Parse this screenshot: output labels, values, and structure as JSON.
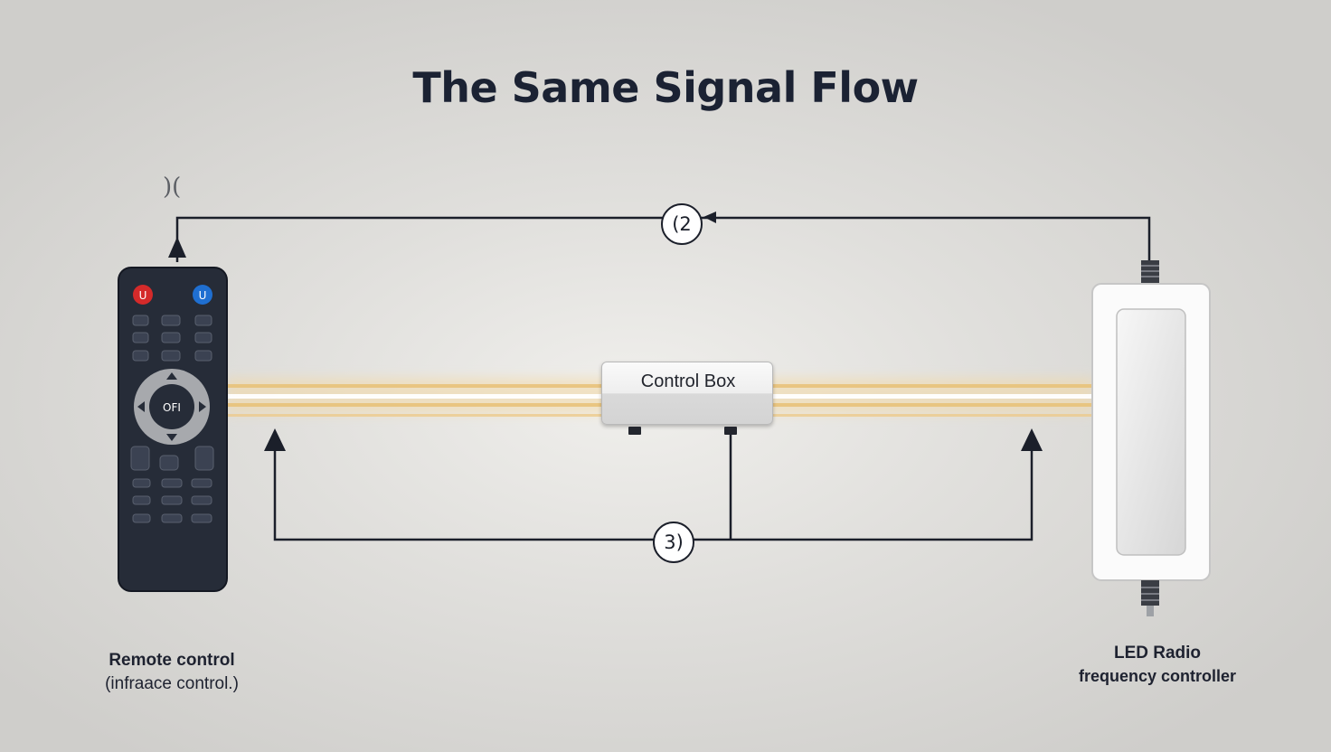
{
  "title": "The Same Signal Flow",
  "wave_glyph": ")(",
  "nodes": {
    "remote": {
      "icon": "remote-control-icon",
      "label_line1": "Remote control",
      "label_line2": "(infraace control.)",
      "body_color": "#262c38",
      "power_button_color": "#d42a2a",
      "mode_button_color": "#1f6fd1",
      "dpad_center_label": "OFI"
    },
    "control_box": {
      "label": "Control Box"
    },
    "led_controller": {
      "icon": "led-controller-icon",
      "label_line1": "LED Radio",
      "label_line2": "frequency controller"
    }
  },
  "steps": {
    "step2": "(2",
    "step3": "3)"
  },
  "colors": {
    "line": "#1b1f2a",
    "glow": "#f4d9a8"
  }
}
